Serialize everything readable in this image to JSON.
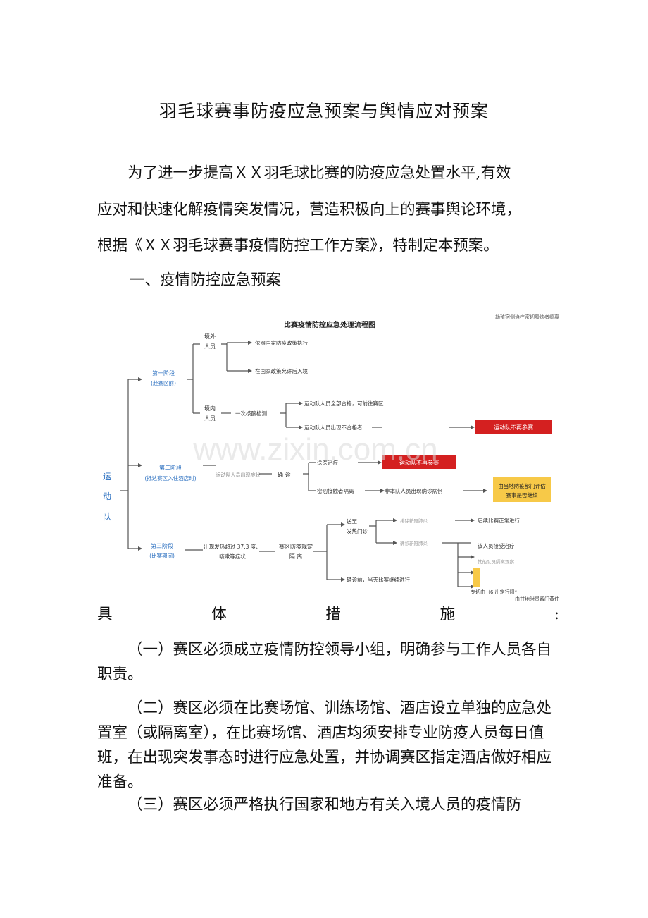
{
  "document": {
    "title": "羽毛球赛事防疫应急预案与舆情应对预案",
    "intro_lines": [
      "为了进一步提高ＸＸ羽毛球比赛的防疫应急处置水平,有效",
      "应对和快速化解疫情突发情况，营造积极向上的赛事舆论环境，",
      "根据《ＸＸ羽毛球赛事疫情防控工作方案》，特制定本预案。"
    ],
    "section1_heading": "一、疫情防控应急预案",
    "measures_chars": [
      "具",
      "体",
      "措",
      "施",
      ":"
    ],
    "item1": "（一）赛区必须成立疫情防控领导小组，明确参与工作人员各自职责。",
    "item2": "（二）赛区必须在比赛场馆、训练场馆、酒店设立单独的应急处置室（或隔离室），在比赛场馆、酒店均须安排专业防疫人员每日值班，在出现突发事态时进行应急处置，并协调赛区指定酒店做好相应准备。",
    "item3": "（三）赛区必须严格执行国家和地方有关入境人员的疫情防"
  },
  "flowchart": {
    "title": "比赛疫情防控应急处理流程图",
    "top_right_note": "勒殖宿侧治疗密切殷炫者瘾离",
    "root": [
      "运",
      "动",
      "队"
    ],
    "stage1": [
      "第一阶段",
      "(赴赛区前)"
    ],
    "stage2": [
      "第二阶段",
      "(抵达赛区入住酒店时)"
    ],
    "stage3": [
      "第三阶段",
      "(比赛期间)"
    ],
    "overseas": [
      "境外",
      "人员"
    ],
    "overseas_a": "依照国家防疫政策执行",
    "overseas_b": "在国家政策允许后入境",
    "domestic": [
      "境内",
      "人员"
    ],
    "nucleic": "一次核酸检测",
    "all_pass": "运动队人员全部合格，可前往赛区",
    "unqualified": "运动队人员出现不合格者",
    "no_play_1": "运动队不再参赛",
    "stage2_mid": "运动队人员出现症状",
    "confirm": "确  诊",
    "treat": "送医治疗",
    "no_play_2": "运动队不再参赛",
    "close_contact": "密切接触者隔离",
    "non_team_case": "非本队人员出现确诊病例",
    "assess": [
      "由当地防疫部门评估",
      "赛事是否继续"
    ],
    "fever": [
      "出现发热超过 37.3 度、",
      "咳嗽等症状"
    ],
    "isolate": [
      "赛区防疫规定",
      "隔  离"
    ],
    "send_fever": [
      "送至",
      "发热门诊"
    ],
    "exclude": "排除新冠肺炎",
    "continue_later": "后续比赛正常进行",
    "diagnosed": "确诊新冠肺炎",
    "person_treat": "该人员接受治疗",
    "team_isolate": "其他队员隔离观察",
    "before_diag": "确诊前，当天比赛继续进行",
    "bottom_note_1": "专切由（6 出定行阳*",
    "bottom_note_2": "由甘地附贯留门黄住",
    "colors": {
      "red": "#d42020",
      "yellow": "#f7c948",
      "blue": "#2a6fc0"
    }
  },
  "watermark": "www.zixin.com.cn"
}
